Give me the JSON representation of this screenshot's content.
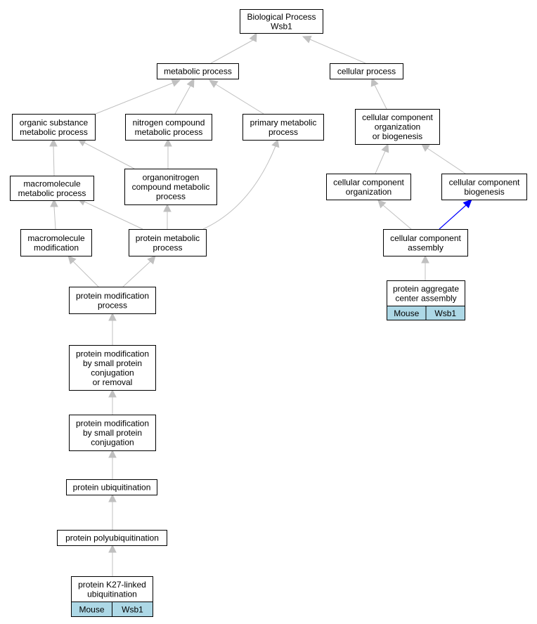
{
  "colors": {
    "edge": "#c0c0c0",
    "highlight_edge": "#0000ff",
    "annotation_fill": "#add8e6",
    "node_border": "#000000",
    "node_fill": "#ffffff"
  },
  "nodes": {
    "root": [
      "Biological Process",
      "Wsb1"
    ],
    "metabolic": [
      "metabolic process"
    ],
    "cellular": [
      "cellular process"
    ],
    "organic": [
      "organic substance",
      "metabolic process"
    ],
    "nitrogen": [
      "nitrogen compound",
      "metabolic process"
    ],
    "primary": [
      "primary metabolic",
      "process"
    ],
    "ccob": [
      "cellular component",
      "organization",
      "or biogenesis"
    ],
    "macro_met": [
      "macromolecule",
      "metabolic process"
    ],
    "organonitrogen": [
      "organonitrogen",
      "compound metabolic",
      "process"
    ],
    "cc_org": [
      "cellular component",
      "organization"
    ],
    "cc_bio": [
      "cellular component",
      "biogenesis"
    ],
    "macro_mod": [
      "macromolecule",
      "modification"
    ],
    "prot_met": [
      "protein metabolic",
      "process"
    ],
    "cc_assembly": [
      "cellular component",
      "assembly"
    ],
    "prot_mod": [
      "protein modification",
      "process"
    ],
    "aggregate": [
      "protein aggregate",
      "center assembly"
    ],
    "small_conj_rem": [
      "protein modification",
      "by small protein",
      "conjugation",
      "or removal"
    ],
    "small_conj": [
      "protein modification",
      "by small protein",
      "conjugation"
    ],
    "ubiq": [
      "protein ubiquitination"
    ],
    "polyubiq": [
      "protein polyubiquitination"
    ],
    "k27": [
      "protein K27-linked",
      "ubiquitination"
    ]
  },
  "annotations": {
    "aggregate": [
      "Mouse",
      "Wsb1"
    ],
    "k27": [
      "Mouse",
      "Wsb1"
    ]
  }
}
